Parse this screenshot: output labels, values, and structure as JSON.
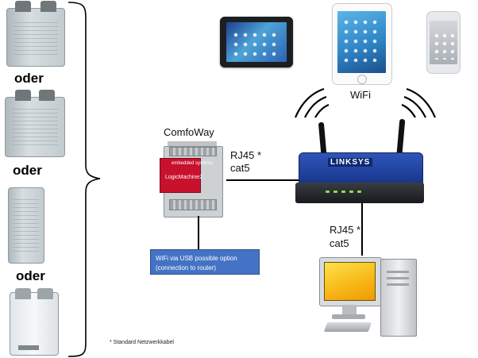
{
  "devices": {
    "units": [
      "ventilation-unit-1",
      "ventilation-unit-2",
      "ventilation-unit-3",
      "ventilation-unit-4"
    ],
    "or_label": "oder",
    "tablet_android": "android-tablet",
    "tablet_ipad": "ipad",
    "smartphone": "smartphone"
  },
  "wifi": {
    "label": "WiFi"
  },
  "comfoway": {
    "label": "ComfoWay",
    "module_brand": "embedded systems",
    "module_name": "LogicMachine2"
  },
  "links": {
    "left": {
      "line1": "RJ45 *",
      "line2": "cat5"
    },
    "bottom": {
      "line1": "RJ45 *",
      "line2": "cat5"
    }
  },
  "router": {
    "logo": "LINKSYS"
  },
  "info_box": {
    "line1": "WiFi via USB possible option",
    "line2": "(connection to router)",
    "color": "#4473c5"
  },
  "footnote": "* Standard Netzwerkkabel"
}
